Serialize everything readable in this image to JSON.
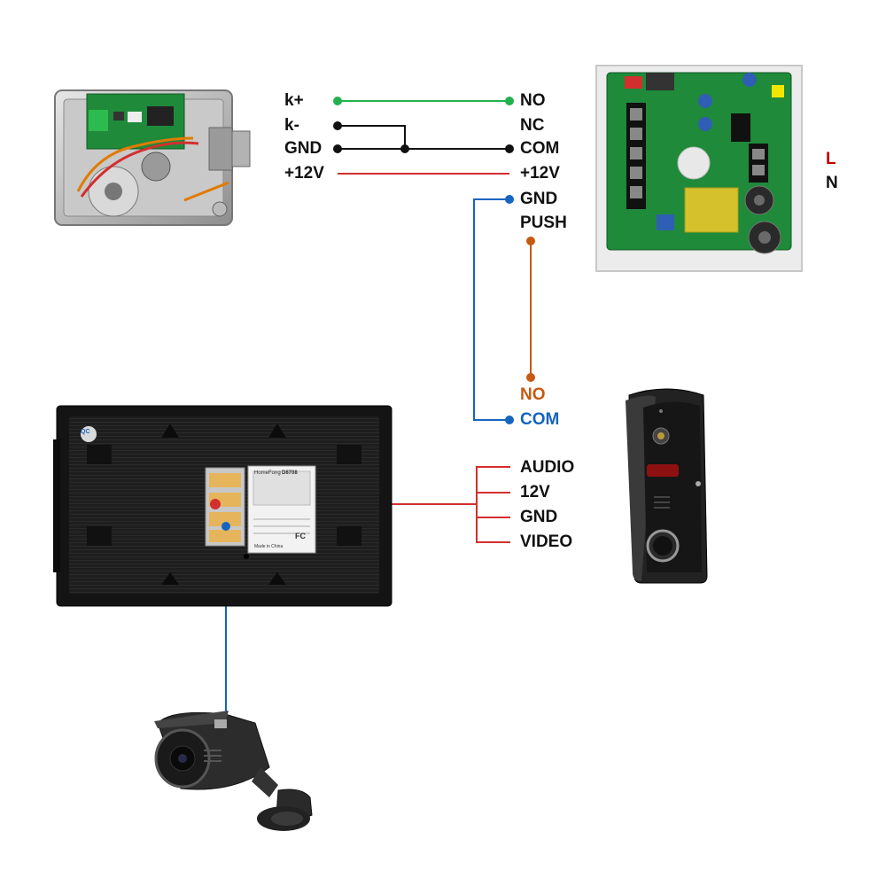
{
  "lock": {
    "terminals": {
      "k_plus": "k+",
      "k_minus": "k-",
      "gnd": "GND",
      "v12": "+12V"
    }
  },
  "power_supply": {
    "terminals": {
      "no": "NO",
      "nc": "NC",
      "com": "COM",
      "v12": "+12V",
      "gnd": "GND",
      "push": "PUSH"
    },
    "mains": {
      "l": "L",
      "n": "N"
    }
  },
  "exit_button": {
    "no": "NO",
    "com": "COM"
  },
  "monitor_port": {
    "audio": "AUDIO",
    "v12": "12V",
    "gnd": "GND",
    "video": "VIDEO"
  },
  "monitor": {
    "badge": "QC",
    "brand": "HomeFong",
    "model": "D8708",
    "fcc": "FC",
    "made_in": "Made in China"
  },
  "colors": {
    "green_wire": "#22b14c",
    "black_wire": "#111111",
    "red_wire": "#d32f2f",
    "blue_wire": "#1565c0",
    "orange_wire": "#c55a11",
    "pcb_green": "#1f8a3a",
    "device_black": "#1b1b1b",
    "mains_l": "#c00000"
  },
  "icons": [
    "lock-icon",
    "power-supply-board-icon",
    "monitor-icon",
    "doorbell-camera-icon",
    "cctv-camera-icon"
  ]
}
